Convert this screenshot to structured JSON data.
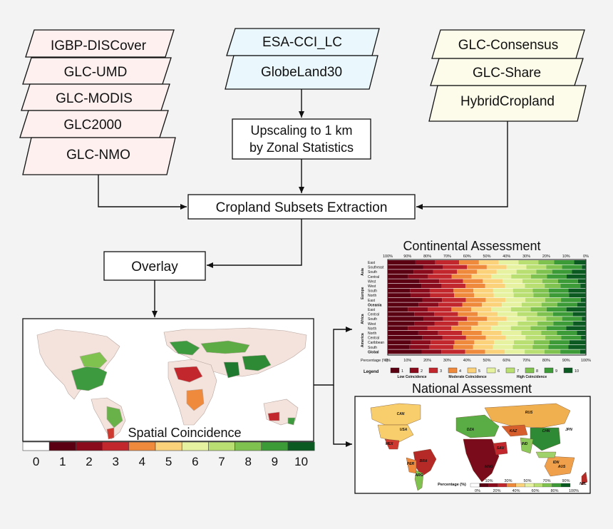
{
  "sources": {
    "left": [
      "IGBP-DISCover",
      "GLC-UMD",
      "GLC-MODIS",
      "GLC2000",
      "GLC-NMO"
    ],
    "middle": [
      "ESA-CCI_LC",
      "GlobeLand30"
    ],
    "right": [
      "GLC-Consensus",
      "GLC-Share",
      "HybridCropland"
    ]
  },
  "process": {
    "upscale_line1": "Upscaling to 1 km",
    "upscale_line2": "by Zonal Statistics",
    "extraction": "Cropland Subsets Extraction",
    "overlay": "Overlay"
  },
  "spatial": {
    "title": "Spatial Coincidence",
    "legend_values": [
      "0",
      "1",
      "2",
      "3",
      "4",
      "5",
      "6",
      "7",
      "8",
      "9",
      "10"
    ],
    "legend_colors": [
      "#ffffff",
      "#5a0012",
      "#8a0b1c",
      "#c1272d",
      "#ef8a3c",
      "#fbd27a",
      "#e7f2a0",
      "#b9df73",
      "#7fc24f",
      "#3c9a37",
      "#0b5a22"
    ]
  },
  "continental": {
    "title": "Continental Assessment",
    "top_ticks": [
      "100%",
      "90%",
      "80%",
      "70%",
      "60%",
      "50%",
      "40%",
      "30%",
      "20%",
      "10%",
      "0%"
    ],
    "bottom_ticks": [
      "0%",
      "10%",
      "20%",
      "30%",
      "40%",
      "50%",
      "60%",
      "70%",
      "80%",
      "90%",
      "100%"
    ],
    "axis_label": "Percentage (%):",
    "groups": [
      {
        "name": "Asia",
        "rows": [
          "East",
          "Southeast",
          "South",
          "Central",
          "West"
        ]
      },
      {
        "name": "Europe",
        "rows": [
          "West",
          "South",
          "North",
          "East"
        ]
      },
      {
        "name": "",
        "rows": [
          "Oceania"
        ]
      },
      {
        "name": "Africa",
        "rows": [
          "East",
          "Central",
          "South",
          "West",
          "North"
        ]
      },
      {
        "name": "America",
        "rows": [
          "North",
          "Central",
          "Caribbean",
          "South"
        ]
      },
      {
        "name": "",
        "rows": [
          "Global"
        ]
      }
    ],
    "legend_title": "Legend",
    "legend_items": [
      "1",
      "2",
      "3",
      "4",
      "5",
      "6",
      "7",
      "8",
      "9",
      "10"
    ],
    "legend_groups": [
      "Low Coincidence",
      "Moderate Coincidence",
      "High Coincidence"
    ]
  },
  "national": {
    "title": "National Assessment",
    "country_labels": [
      "CAN",
      "USA",
      "MEX",
      "BRA",
      "PER",
      "ARG",
      "RUS",
      "KAZ",
      "CHN",
      "IND",
      "IDN",
      "AUS",
      "JPN",
      "NZL",
      "DZA",
      "SAU",
      "MNG"
    ],
    "percentage_label": "Percentage (%)",
    "top_ticks": [
      "10%",
      "30%",
      "50%",
      "70%",
      "90%"
    ],
    "bottom_ticks": [
      "0%",
      "20%",
      "40%",
      "60%",
      "80%",
      "100%"
    ]
  }
}
